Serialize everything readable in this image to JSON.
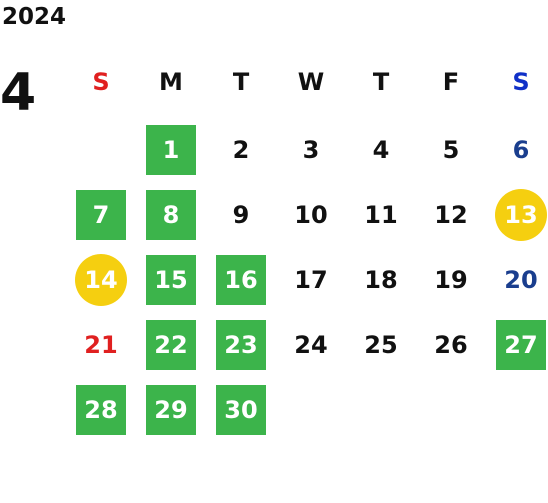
{
  "calendar": {
    "year": "2024",
    "month": "4",
    "weekday_headers": [
      {
        "label": "S",
        "color": "#e02020"
      },
      {
        "label": "M",
        "color": "#111111"
      },
      {
        "label": "T",
        "color": "#111111"
      },
      {
        "label": "W",
        "color": "#111111"
      },
      {
        "label": "T",
        "color": "#111111"
      },
      {
        "label": "F",
        "color": "#111111"
      },
      {
        "label": "S",
        "color": "#1030c8"
      }
    ],
    "colors": {
      "green_fill": "#3cb44b",
      "yellow_fill": "#f5cf10",
      "sunday_text": "#e02020",
      "saturday_text": "#1a3e8e",
      "default_text": "#111111"
    },
    "days": [
      {
        "day": "1",
        "col": 1,
        "row": 0,
        "style": "green"
      },
      {
        "day": "2",
        "col": 2,
        "row": 0,
        "style": "plain"
      },
      {
        "day": "3",
        "col": 3,
        "row": 0,
        "style": "plain"
      },
      {
        "day": "4",
        "col": 4,
        "row": 0,
        "style": "plain"
      },
      {
        "day": "5",
        "col": 5,
        "row": 0,
        "style": "plain"
      },
      {
        "day": "6",
        "col": 6,
        "row": 0,
        "style": "saturday"
      },
      {
        "day": "7",
        "col": 0,
        "row": 1,
        "style": "green"
      },
      {
        "day": "8",
        "col": 1,
        "row": 1,
        "style": "green"
      },
      {
        "day": "9",
        "col": 2,
        "row": 1,
        "style": "plain"
      },
      {
        "day": "10",
        "col": 3,
        "row": 1,
        "style": "plain"
      },
      {
        "day": "11",
        "col": 4,
        "row": 1,
        "style": "plain"
      },
      {
        "day": "12",
        "col": 5,
        "row": 1,
        "style": "plain"
      },
      {
        "day": "13",
        "col": 6,
        "row": 1,
        "style": "yellow"
      },
      {
        "day": "14",
        "col": 0,
        "row": 2,
        "style": "yellow"
      },
      {
        "day": "15",
        "col": 1,
        "row": 2,
        "style": "green"
      },
      {
        "day": "16",
        "col": 2,
        "row": 2,
        "style": "green"
      },
      {
        "day": "17",
        "col": 3,
        "row": 2,
        "style": "plain"
      },
      {
        "day": "18",
        "col": 4,
        "row": 2,
        "style": "plain"
      },
      {
        "day": "19",
        "col": 5,
        "row": 2,
        "style": "plain"
      },
      {
        "day": "20",
        "col": 6,
        "row": 2,
        "style": "saturday"
      },
      {
        "day": "21",
        "col": 0,
        "row": 3,
        "style": "sunday"
      },
      {
        "day": "22",
        "col": 1,
        "row": 3,
        "style": "green"
      },
      {
        "day": "23",
        "col": 2,
        "row": 3,
        "style": "green"
      },
      {
        "day": "24",
        "col": 3,
        "row": 3,
        "style": "plain"
      },
      {
        "day": "25",
        "col": 4,
        "row": 3,
        "style": "plain"
      },
      {
        "day": "26",
        "col": 5,
        "row": 3,
        "style": "plain"
      },
      {
        "day": "27",
        "col": 6,
        "row": 3,
        "style": "green"
      },
      {
        "day": "28",
        "col": 0,
        "row": 4,
        "style": "green"
      },
      {
        "day": "29",
        "col": 1,
        "row": 4,
        "style": "green"
      },
      {
        "day": "30",
        "col": 2,
        "row": 4,
        "style": "green"
      }
    ]
  }
}
